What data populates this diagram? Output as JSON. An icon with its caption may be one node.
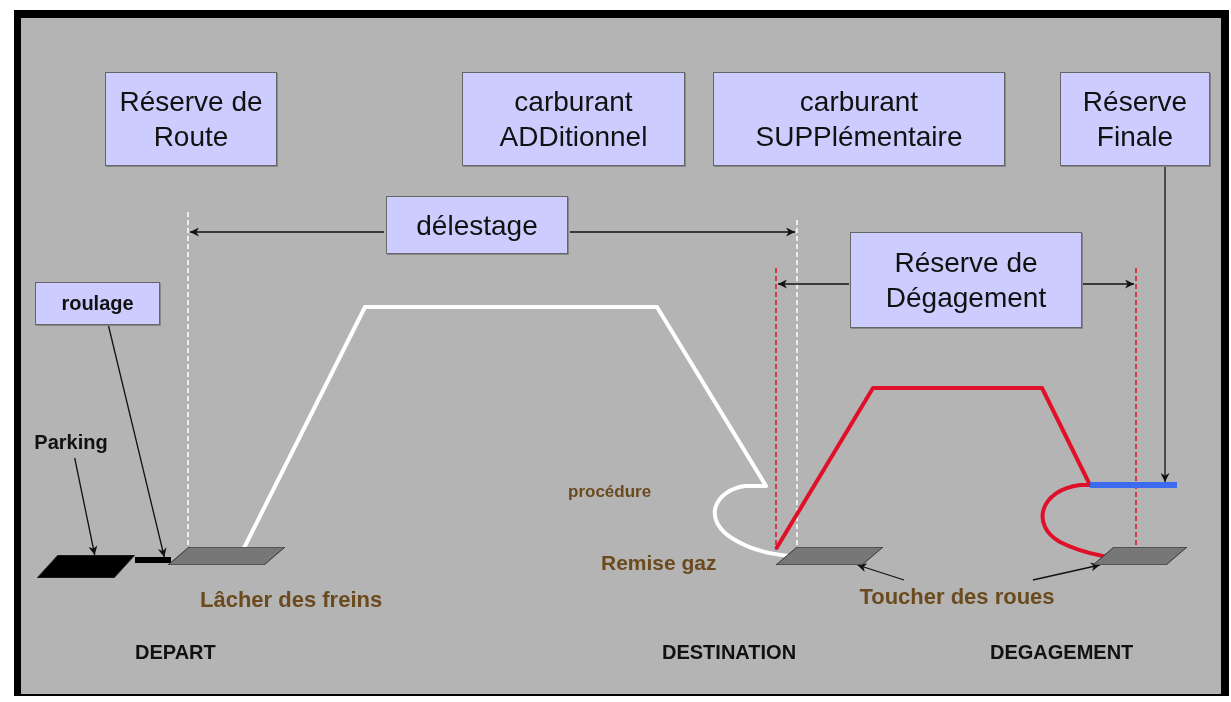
{
  "diagram": {
    "nodes": [
      {
        "text": [
          "Réserve de Route"
        ]
      },
      {
        "text": [
          "carburant ADDitionnel"
        ]
      },
      {
        "text": [
          "carburant SUPPlémentaire"
        ]
      },
      {
        "text": [
          "Réserve Finale"
        ]
      },
      {
        "text": [
          "délestage"
        ]
      },
      {
        "text": [
          "Réserve de Dégagement"
        ]
      },
      {
        "text": [
          "roulage"
        ]
      },
      {
        "text": [
          "Parking"
        ]
      },
      {
        "text": [
          "Toucher des roues"
        ]
      },
      {
        "text": [],
        "shape": "box"
      },
      {
        "text": [],
        "shape": "bar"
      },
      {
        "text": [],
        "shape": "box"
      },
      {
        "text": [],
        "shape": "box"
      },
      {
        "text": [],
        "shape": "box"
      },
      {
        "text": [],
        "shape": "bar"
      }
    ],
    "edges": [
      {
        "from": 7,
        "to": 9,
        "arrow": "to"
      },
      {
        "from": 6,
        "to": 10,
        "arrow": "to"
      },
      {
        "from": 3,
        "to": 14,
        "arrow": "to"
      },
      {
        "from": 8,
        "to": 12,
        "arrow": "to"
      },
      {
        "from": 8,
        "to": 13,
        "arrow": "to"
      }
    ],
    "labels": [
      "procédure",
      "Remise gaz",
      "Lâcher des freins",
      "DEPART",
      "DESTINATION",
      "DEGAGEMENT"
    ]
  }
}
